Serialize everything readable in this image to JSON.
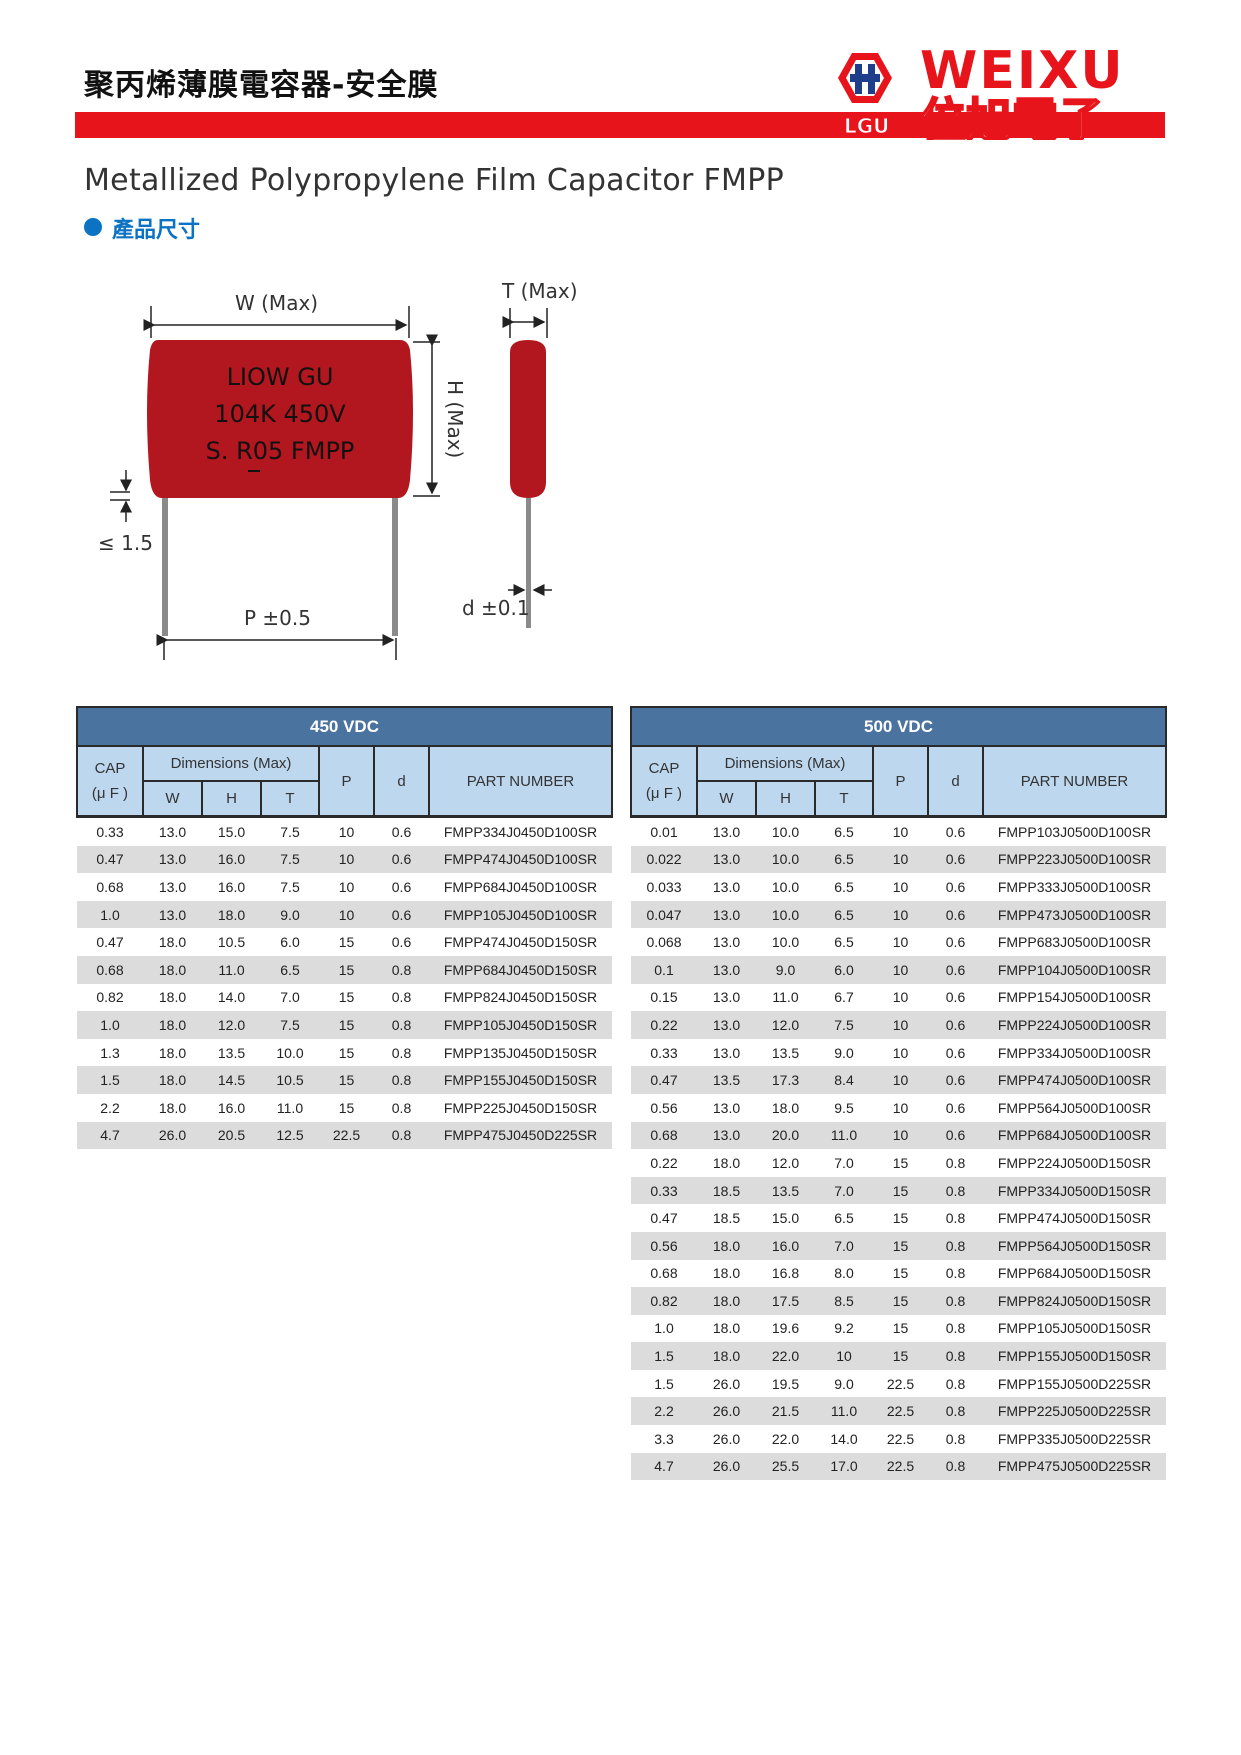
{
  "header": {
    "title": "聚丙烯薄膜電容器-安全膜",
    "logo": {
      "brand": "WEIXU",
      "chinese": "位旭電子",
      "mark": "LGU"
    }
  },
  "subtitle": "Metallized Polypropylene Film Capacitor  FMPP",
  "section_label": "產品尺寸",
  "diagram": {
    "w_label": "W (Max)",
    "t_label": "T (Max)",
    "h_label": "H (Max)",
    "lead_label": "≤ 1.5",
    "p_label": "P ±0.5",
    "d_label": "d ±0.1",
    "marking": [
      "LIOW GU",
      "104K 450V",
      "S. R05 FMPP"
    ]
  },
  "table_headers": {
    "cap": "CAP",
    "unit": "(μ F )",
    "dimensions": "Dimensions (Max)",
    "w": "W",
    "h": "H",
    "t": "T",
    "p": "P",
    "d": "d",
    "part": "PART NUMBER"
  },
  "table_450": {
    "title": "450 VDC",
    "rows": [
      [
        "0.33",
        "13.0",
        "15.0",
        "7.5",
        "10",
        "0.6",
        "FMPP334J0450D100SR"
      ],
      [
        "0.47",
        "13.0",
        "16.0",
        "7.5",
        "10",
        "0.6",
        "FMPP474J0450D100SR"
      ],
      [
        "0.68",
        "13.0",
        "16.0",
        "7.5",
        "10",
        "0.6",
        "FMPP684J0450D100SR"
      ],
      [
        "1.0",
        "13.0",
        "18.0",
        "9.0",
        "10",
        "0.6",
        "FMPP105J0450D100SR"
      ],
      [
        "0.47",
        "18.0",
        "10.5",
        "6.0",
        "15",
        "0.6",
        "FMPP474J0450D150SR"
      ],
      [
        "0.68",
        "18.0",
        "11.0",
        "6.5",
        "15",
        "0.8",
        "FMPP684J0450D150SR"
      ],
      [
        "0.82",
        "18.0",
        "14.0",
        "7.0",
        "15",
        "0.8",
        "FMPP824J0450D150SR"
      ],
      [
        "1.0",
        "18.0",
        "12.0",
        "7.5",
        "15",
        "0.8",
        "FMPP105J0450D150SR"
      ],
      [
        "1.3",
        "18.0",
        "13.5",
        "10.0",
        "15",
        "0.8",
        "FMPP135J0450D150SR"
      ],
      [
        "1.5",
        "18.0",
        "14.5",
        "10.5",
        "15",
        "0.8",
        "FMPP155J0450D150SR"
      ],
      [
        "2.2",
        "18.0",
        "16.0",
        "11.0",
        "15",
        "0.8",
        "FMPP225J0450D150SR"
      ],
      [
        "4.7",
        "26.0",
        "20.5",
        "12.5",
        "22.5",
        "0.8",
        "FMPP475J0450D225SR"
      ]
    ]
  },
  "table_500": {
    "title": "500 VDC",
    "rows": [
      [
        "0.01",
        "13.0",
        "10.0",
        "6.5",
        "10",
        "0.6",
        "FMPP103J0500D100SR"
      ],
      [
        "0.022",
        "13.0",
        "10.0",
        "6.5",
        "10",
        "0.6",
        "FMPP223J0500D100SR"
      ],
      [
        "0.033",
        "13.0",
        "10.0",
        "6.5",
        "10",
        "0.6",
        "FMPP333J0500D100SR"
      ],
      [
        "0.047",
        "13.0",
        "10.0",
        "6.5",
        "10",
        "0.6",
        "FMPP473J0500D100SR"
      ],
      [
        "0.068",
        "13.0",
        "10.0",
        "6.5",
        "10",
        "0.6",
        "FMPP683J0500D100SR"
      ],
      [
        "0.1",
        "13.0",
        "9.0",
        "6.0",
        "10",
        "0.6",
        "FMPP104J0500D100SR"
      ],
      [
        "0.15",
        "13.0",
        "11.0",
        "6.7",
        "10",
        "0.6",
        "FMPP154J0500D100SR"
      ],
      [
        "0.22",
        "13.0",
        "12.0",
        "7.5",
        "10",
        "0.6",
        "FMPP224J0500D100SR"
      ],
      [
        "0.33",
        "13.0",
        "13.5",
        "9.0",
        "10",
        "0.6",
        "FMPP334J0500D100SR"
      ],
      [
        "0.47",
        "13.5",
        "17.3",
        "8.4",
        "10",
        "0.6",
        "FMPP474J0500D100SR"
      ],
      [
        "0.56",
        "13.0",
        "18.0",
        "9.5",
        "10",
        "0.6",
        "FMPP564J0500D100SR"
      ],
      [
        "0.68",
        "13.0",
        "20.0",
        "11.0",
        "10",
        "0.6",
        "FMPP684J0500D100SR"
      ],
      [
        "0.22",
        "18.0",
        "12.0",
        "7.0",
        "15",
        "0.8",
        "FMPP224J0500D150SR"
      ],
      [
        "0.33",
        "18.5",
        "13.5",
        "7.0",
        "15",
        "0.8",
        "FMPP334J0500D150SR"
      ],
      [
        "0.47",
        "18.5",
        "15.0",
        "6.5",
        "15",
        "0.8",
        "FMPP474J0500D150SR"
      ],
      [
        "0.56",
        "18.0",
        "16.0",
        "7.0",
        "15",
        "0.8",
        "FMPP564J0500D150SR"
      ],
      [
        "0.68",
        "18.0",
        "16.8",
        "8.0",
        "15",
        "0.8",
        "FMPP684J0500D150SR"
      ],
      [
        "0.82",
        "18.0",
        "17.5",
        "8.5",
        "15",
        "0.8",
        "FMPP824J0500D150SR"
      ],
      [
        "1.0",
        "18.0",
        "19.6",
        "9.2",
        "15",
        "0.8",
        "FMPP105J0500D150SR"
      ],
      [
        "1.5",
        "18.0",
        "22.0",
        "10",
        "15",
        "0.8",
        "FMPP155J0500D150SR"
      ],
      [
        "1.5",
        "26.0",
        "19.5",
        "9.0",
        "22.5",
        "0.8",
        "FMPP155J0500D225SR"
      ],
      [
        "2.2",
        "26.0",
        "21.5",
        "11.0",
        "22.5",
        "0.8",
        "FMPP225J0500D225SR"
      ],
      [
        "3.3",
        "26.0",
        "22.0",
        "14.0",
        "22.5",
        "0.8",
        "FMPP335J0500D225SR"
      ],
      [
        "4.7",
        "26.0",
        "25.5",
        "17.0",
        "22.5",
        "0.8",
        "FMPP475J0500D225SR"
      ]
    ]
  },
  "colors": {
    "header_bar": "#e8141c",
    "capacitor_body": "#b2161e",
    "table_title_bg": "#4a73a0",
    "table_header_bg": "#bdd7ee",
    "row_stripe": "#dcdcdc",
    "section_accent": "#0b72c4"
  }
}
